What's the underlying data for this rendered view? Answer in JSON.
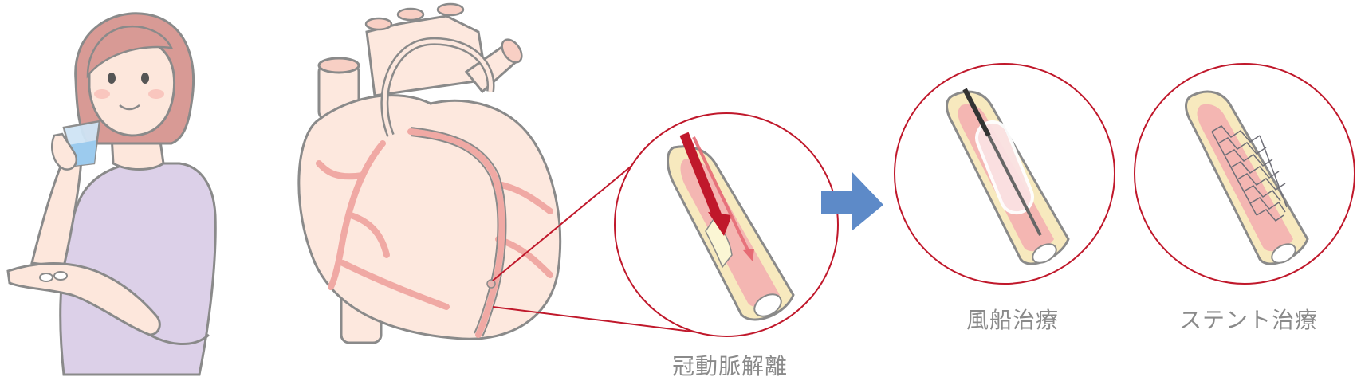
{
  "labels": {
    "dissection": "冠動脈解離",
    "balloon": "風船治療",
    "stent": "ステント治療"
  },
  "colors": {
    "outline": "#8a8a8a",
    "skin": "#fde7dc",
    "hair": "#d89a95",
    "shirt": "#dcd0e8",
    "heart": "#fde8de",
    "artery": "#f0a9a4",
    "vessel_wall": "#f7e9be",
    "vessel_lumen": "#f4b6b2",
    "accent_red": "#c0182b",
    "arrow_blue": "#5d8ac8",
    "caption": "#8a8a8a"
  },
  "icons": [
    "woman-with-pills",
    "heart-icon",
    "arrow-right-icon",
    "stent-icon",
    "balloon-catheter-icon"
  ]
}
